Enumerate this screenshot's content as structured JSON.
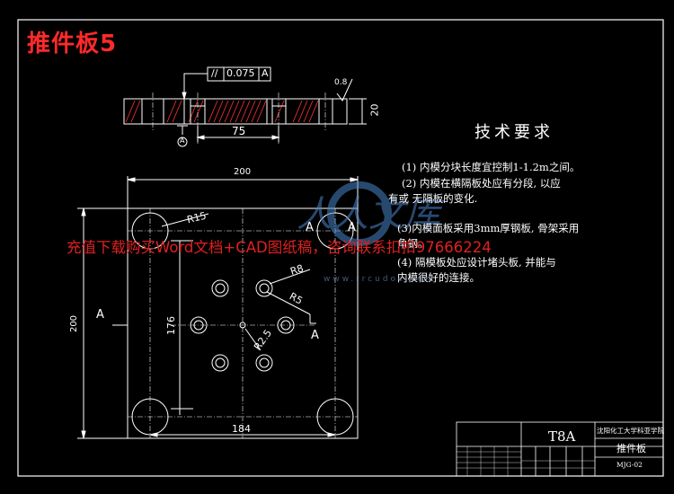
{
  "drawing": {
    "title": "推件板5",
    "top_view": {
      "tolerance_symbol": "//",
      "tolerance_value": "0.075",
      "datum_ref": "A",
      "datum_label": "A",
      "dim_75": "75",
      "dim_20": "20",
      "roughness": "0.8"
    },
    "plan_view": {
      "dim_200_width": "200",
      "dim_200_height": "200",
      "dim_176": "176",
      "dim_184": "184",
      "r15": "R15",
      "r8": "R8",
      "r5": "R5",
      "r2_5": "R2.5",
      "section_a_left": "A",
      "section_a_top": "A",
      "section_a_right": "A",
      "section_a_lower": "A"
    },
    "technical_requirements": {
      "heading": "技术要求",
      "item1": "(1) 内模分块长度宜控制1-1.2m之间。",
      "item2a": "(2) 内模在横隔板处应有分段, 以应",
      "item2b": "有或 无隔板的变化.",
      "item3a": "(3)内模面板采用3mm厚钢板, 骨架采用",
      "item3b": "角钢。",
      "item4a": "(4) 隔模板处应设计堵头板, 并能与",
      "item4b": "内模很好的连接。"
    },
    "watermark": {
      "text": "充值下载购买Word文档+CAD图纸稿，咨询联系扣扣97666224",
      "url": "www.rrcudoc.com"
    },
    "title_block": {
      "material": "T8A",
      "school": "沈阳化工大学科亚学院",
      "part_name": "推件板",
      "drawing_no": "MJG-02"
    }
  }
}
